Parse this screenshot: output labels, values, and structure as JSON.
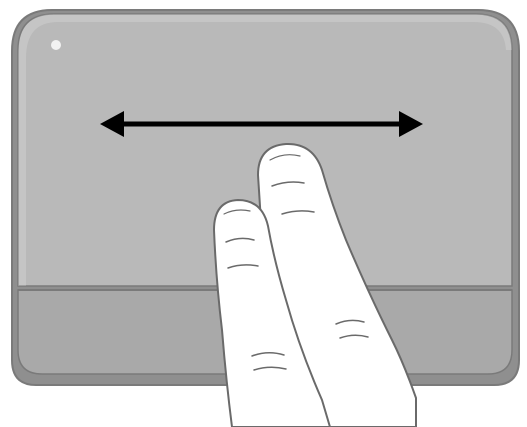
{
  "illustration": {
    "subject": "touchpad-two-finger-horizontal-scroll",
    "gesture_direction": "horizontal",
    "finger_count": 2,
    "icons": [
      "touchpad-surface",
      "touchpad-indicator-light",
      "touchpad-button-bar",
      "double-headed-arrow-icon",
      "two-finger-hand"
    ]
  },
  "colors": {
    "pad_face": "#b9b9b9",
    "pad_shadow": "#8f8f8f",
    "pad_outline": "#7a7a7a",
    "button_bar": "#a9a9a9",
    "indicator_light": "#f2f2f2",
    "arrow": "#000000",
    "hand_fill": "#ffffff",
    "hand_stroke": "#6a6a6a"
  }
}
